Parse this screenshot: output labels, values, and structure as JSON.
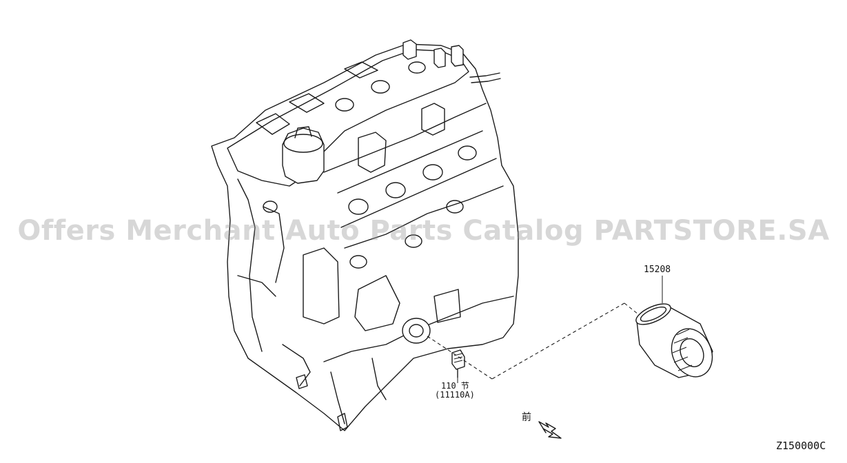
{
  "diagram": {
    "watermark": "Offers Merchant Auto Parts Catalog PARTSTORE.SA",
    "parts": [
      {
        "number": "15208",
        "component": "oil-filter"
      },
      {
        "number": "110",
        "symbol": "节",
        "sub_number": "(11110A)",
        "component": "drain-plug"
      }
    ],
    "front_mark": "前",
    "reference_code": "Z150000C"
  }
}
